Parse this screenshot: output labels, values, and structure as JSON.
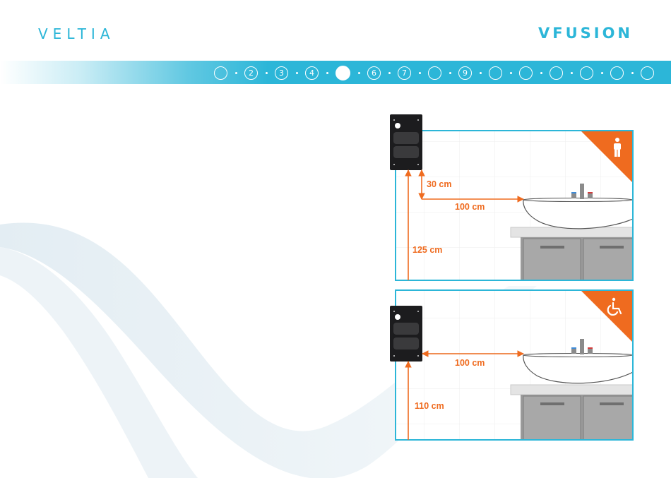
{
  "header": {
    "brand_left": "VELTIA",
    "brand_right": "VFUSION"
  },
  "progress": {
    "steps": [
      "",
      "2",
      "3",
      "4",
      "",
      "6",
      "7",
      "",
      "9",
      "",
      "",
      "",
      "",
      "",
      ""
    ],
    "active_index": 4
  },
  "panels": [
    {
      "badge_icon": "standing-person-icon",
      "measures": {
        "device_gap": "30 cm",
        "horizontal": "100 cm",
        "height": "125 cm"
      }
    },
    {
      "badge_icon": "wheelchair-icon",
      "measures": {
        "horizontal": "100 cm",
        "height": "110 cm"
      }
    }
  ],
  "colors": {
    "accent": "#2cb6d8",
    "measure": "#ef6b1f",
    "device": "#1c1c1e"
  }
}
